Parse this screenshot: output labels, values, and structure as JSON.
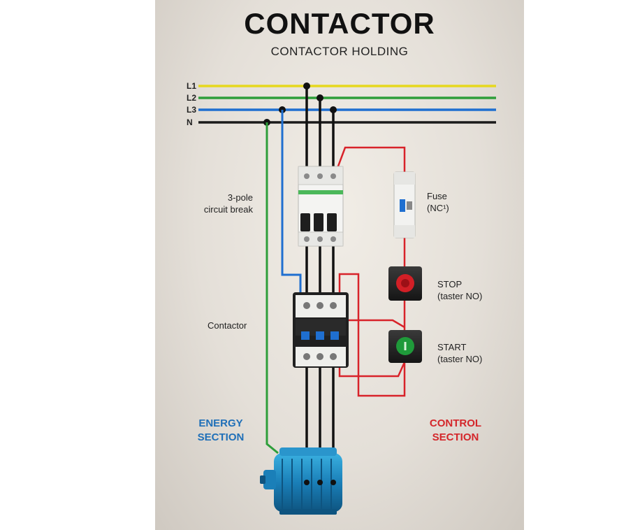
{
  "title": "CONTACTOR",
  "subtitle": "CONTACTOR HOLDING",
  "lines": [
    "L1",
    "L2",
    "L3",
    "N"
  ],
  "labels": {
    "breaker": [
      "3-pole",
      "circuit break"
    ],
    "fuse": [
      "Fuse",
      "(NC¹)"
    ],
    "stop": [
      "STOP",
      "(taster NO)"
    ],
    "contactor": "Contactor",
    "start": [
      "START",
      "(taster NO)"
    ],
    "energy_section": [
      "ENERGY",
      "SECTION"
    ],
    "control_section": [
      "CONTROL",
      "SECTION"
    ]
  },
  "colors": {
    "L1": "#e6d81e",
    "L2": "#2e9e3a",
    "L3": "#1f6fd0",
    "N": "#1a1a1a",
    "control_wire": "#d8232a",
    "energy_text": "#1f6fb8",
    "control_text": "#d4262a",
    "motor": "#1a7fb8"
  }
}
